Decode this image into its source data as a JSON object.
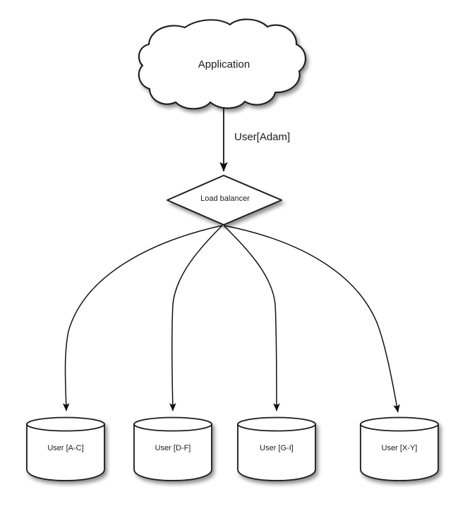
{
  "diagram": {
    "title_text": "Application",
    "background_color": "#ffffff",
    "stroke_color": "#000000",
    "fill_color": "#ffffff",
    "text_color": "#1a1a1a",
    "shadow_color": "#b0b0b0",
    "cloud": {
      "label": "Application",
      "shape": "cloud"
    },
    "edge_app_to_lb": {
      "label": "User[Adam]",
      "from": "Application",
      "to": "Load balancer",
      "arrow": true
    },
    "diamond": {
      "label": "Load balancer",
      "shape": "diamond"
    },
    "databases": [
      {
        "label": "User [A-C]",
        "shape": "cylinder"
      },
      {
        "label": "User [D-F]",
        "shape": "cylinder"
      },
      {
        "label": "User [G-I]",
        "shape": "cylinder"
      },
      {
        "label": "User [X-Y]",
        "shape": "cylinder"
      }
    ],
    "edges_lb_to_db": [
      {
        "to": "User [A-C]",
        "arrow": true
      },
      {
        "to": "User [D-F]",
        "arrow": true
      },
      {
        "to": "User [G-I]",
        "arrow": true
      },
      {
        "to": "User [X-Y]",
        "arrow": true
      }
    ]
  }
}
